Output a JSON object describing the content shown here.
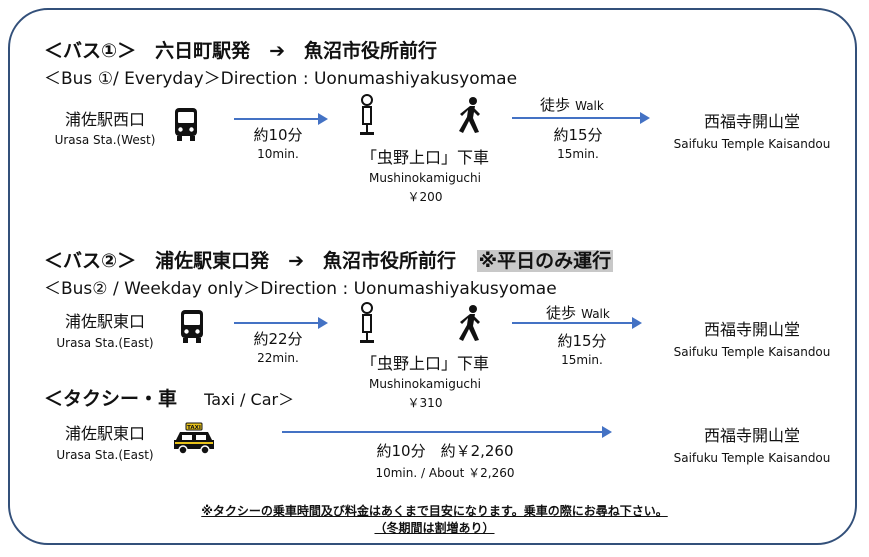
{
  "bus1": {
    "title_ja": "＜バス①＞　六日町駅発　➔　魚沼市役所前行",
    "title_en": "＜Bus ①/ Everyday＞Direction : Uonumashiyakusyomae",
    "origin_ja": "浦佐駅西口",
    "origin_en": "Urasa Sta.(West)",
    "ride_ja": "約10分",
    "ride_en": "10min.",
    "stop_ja": "「虫野上口」下車",
    "stop_en": "Mushinokamiguchi",
    "fare": "￥200",
    "walk_label": "徒歩",
    "walk_label_en": "Walk",
    "walk_ja": "約15分",
    "walk_en": "15min.",
    "dest_ja": "西福寺開山堂",
    "dest_en": "Saifuku Temple Kaisandou"
  },
  "bus2": {
    "title_ja": "＜バス②＞　浦佐駅東口発　➔　魚沼市役所前行",
    "title_note": "※平日のみ運行",
    "title_en": "＜Bus② / Weekday only＞Direction : Uonumashiyakusyomae",
    "origin_ja": "浦佐駅東口",
    "origin_en": "Urasa Sta.(East)",
    "ride_ja": "約22分",
    "ride_en": "22min.",
    "stop_ja": "「虫野上口」下車",
    "stop_en": "Mushinokamiguchi",
    "fare": "￥310",
    "walk_label": "徒歩",
    "walk_label_en": "Walk",
    "walk_ja": "約15分",
    "walk_en": "15min.",
    "dest_ja": "西福寺開山堂",
    "dest_en": "Saifuku Temple Kaisandou"
  },
  "taxi": {
    "title_ja": "＜タクシー・車",
    "title_en": "Taxi / Car＞",
    "origin_ja": "浦佐駅東口",
    "origin_en": "Urasa Sta.(East)",
    "ride_ja": "約10分　約￥2,260",
    "ride_en": "10min. / About ￥2,260",
    "dest_ja": "西福寺開山堂",
    "dest_en": "Saifuku Temple Kaisandou",
    "taxi_sign": "TAXI"
  },
  "footer": {
    "note1": "※タクシーの乗車時間及び料金はあくまで目安になります。乗車の際にお尋ね下さい。",
    "note2": "（冬期間は割増あり）"
  },
  "colors": {
    "frame": "#33507a",
    "arrow": "#4472c4",
    "highlight": "#c8c8c8"
  },
  "icons": [
    "bus-icon",
    "bus-stop-icon",
    "walking-person-icon",
    "taxi-icon"
  ]
}
